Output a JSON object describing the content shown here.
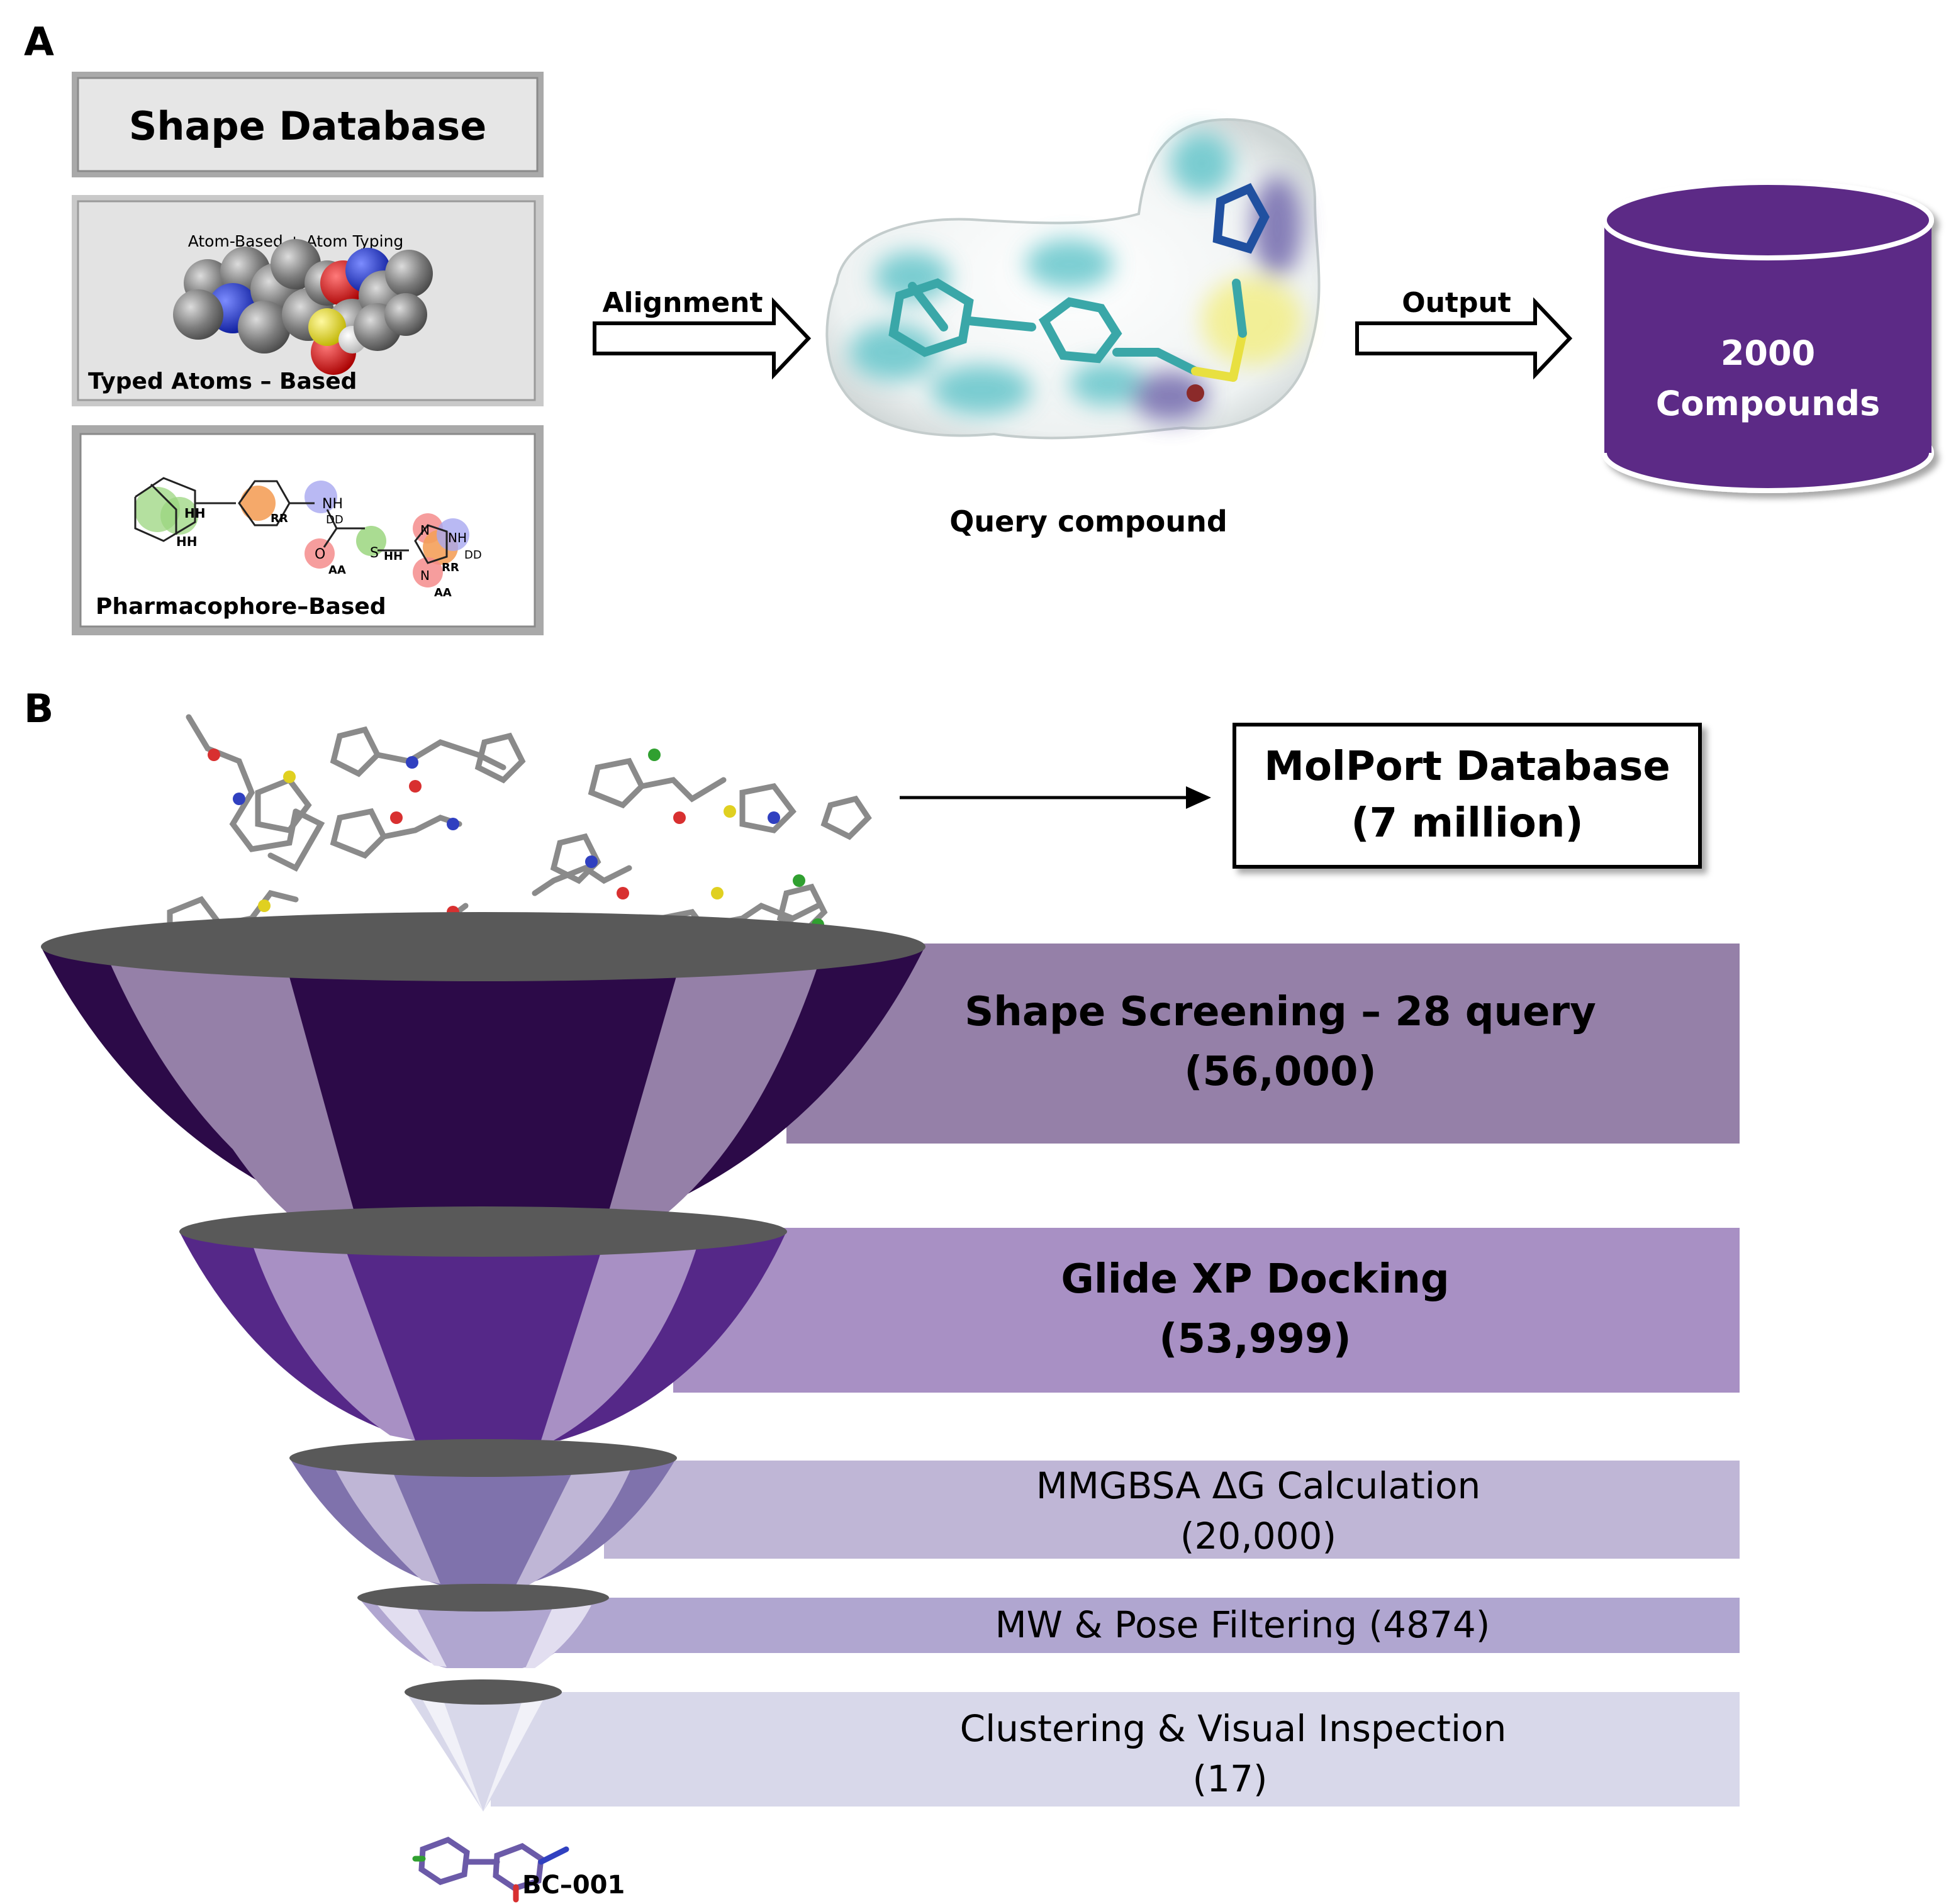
{
  "panel_a": {
    "letter": "A",
    "shape_db_title": "Shape Database",
    "atom_typing_label": "Atom-Based + Atom Typing",
    "typed_atoms_label": "Typed Atoms – Based",
    "pharmacophore_label": "Pharmacophore–Based",
    "pharm_hh1": "HH",
    "pharm_hh2": "HH",
    "pharm_rr1": "RR",
    "pharm_nh": "NH",
    "pharm_dd1": "DD",
    "pharm_o": "O",
    "pharm_aa1": "AA",
    "pharm_s": "S",
    "pharm_hh3": "HH",
    "pharm_n1": "N",
    "pharm_nh2": "NH",
    "pharm_dd2": "DD",
    "pharm_n2": "N",
    "pharm_rr2": "RR",
    "pharm_aa2": "AA",
    "alignment_label": "Alignment",
    "query_label": "Query compound",
    "output_label": "Output",
    "output_count": "2000",
    "output_unit": "Compounds"
  },
  "panel_b": {
    "letter": "B",
    "database_name": "MolPort Database",
    "database_size": "(7 million)",
    "final_compound": "BC–001",
    "stages": [
      {
        "name": "Shape Screening – 28 query",
        "count": "(56,000)",
        "color": "#9580a8"
      },
      {
        "name": "Glide XP Docking",
        "count": "(53,999)",
        "color": "#a890c4"
      },
      {
        "name": "MMGBSA ΔG Calculation",
        "count": "(20,000)",
        "color": "#bfb6d6"
      },
      {
        "name": "MW & Pose Filtering (4874)",
        "count": "",
        "color": "#b0a6d0"
      },
      {
        "name": "Clustering & Visual Inspection",
        "count": "(17)",
        "color": "#d8d8ea"
      }
    ]
  },
  "colors": {
    "cylinder": "#5b2a86",
    "funnel_dark_1": "#2c0a48",
    "funnel_dark_2": "#552888",
    "funnel_dark_3": "#7f72ac",
    "funnel_rim": "#595959"
  }
}
